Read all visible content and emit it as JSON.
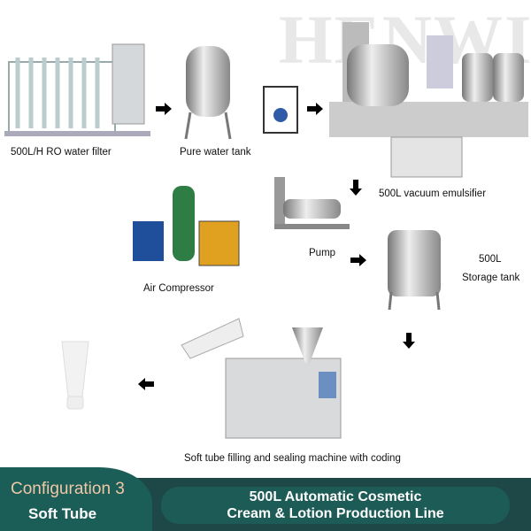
{
  "watermark": "HENWI",
  "stations": [
    {
      "label": "500L/H RO water filter"
    },
    {
      "label": "Pure water tank"
    },
    {
      "label": "500L vacuum emulsifier"
    },
    {
      "label": "Pump"
    },
    {
      "label": "Air Compressor"
    },
    {
      "label": "500L"
    },
    {
      "label": "Storage tank"
    },
    {
      "label": "Soft tube filling and sealing machine with coding"
    }
  ],
  "banner": {
    "config": "Configuration 3",
    "subtitle": "Soft Tube",
    "title_line1": "500L Automatic Cosmetic",
    "title_line2": "Cream & Lotion Production Line"
  },
  "colors": {
    "banner_bg": "#1e4748",
    "tab_bg": "#1b5d57",
    "config_text": "#f1c7a6"
  }
}
